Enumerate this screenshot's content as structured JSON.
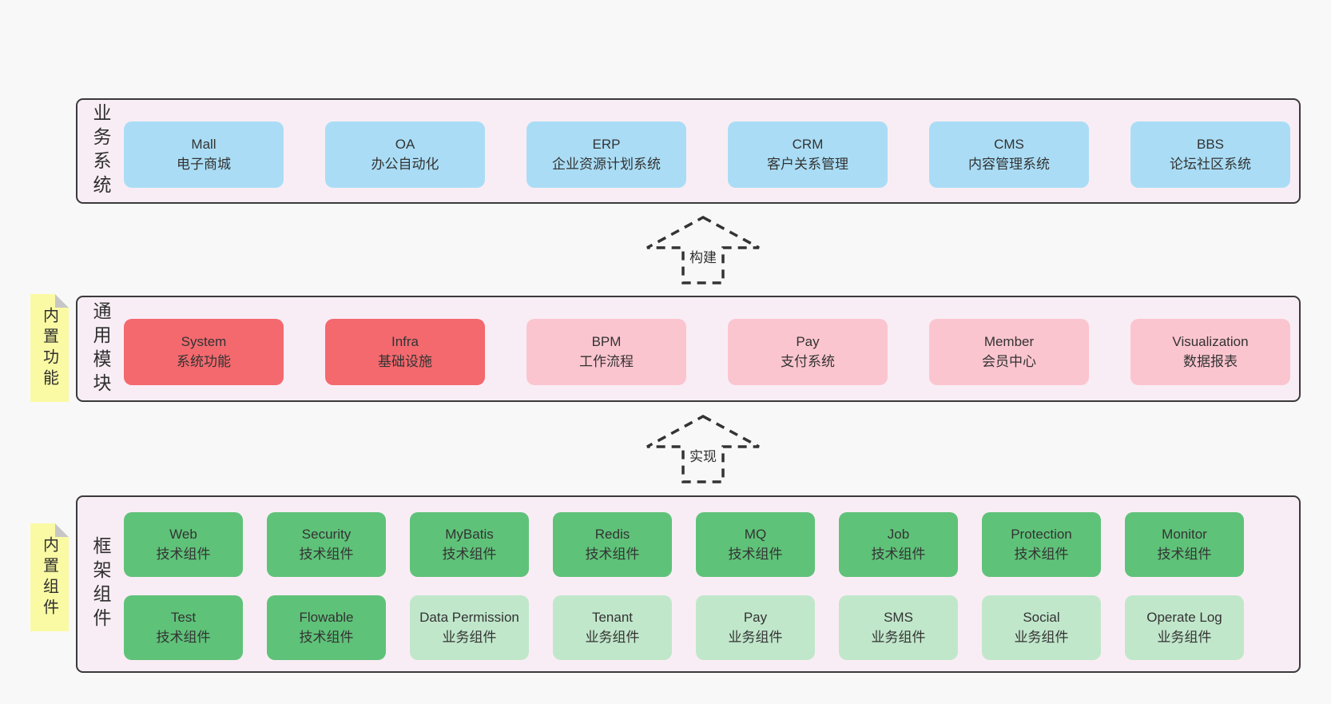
{
  "colors": {
    "page-bg": "#f8f8f8",
    "panel-bg": "#f9edf5",
    "panel-border": "#3a3a3a",
    "blue": "#aaddf5",
    "red": "#f3696e",
    "pink": "#fbc5cf",
    "green": "#5fc279",
    "lightgreen": "#c1e7cb",
    "yellow": "#fafaa4",
    "fold-gray": "#c6c6c6",
    "text": "#333333"
  },
  "business": {
    "label": "业务系统",
    "boxes": [
      {
        "name": "Mall",
        "desc": "电子商城"
      },
      {
        "name": "OA",
        "desc": "办公自动化"
      },
      {
        "name": "ERP",
        "desc": "企业资源计划系统"
      },
      {
        "name": "CRM",
        "desc": "客户关系管理"
      },
      {
        "name": "CMS",
        "desc": "内容管理系统"
      },
      {
        "name": "BBS",
        "desc": "论坛社区系统"
      }
    ]
  },
  "arrow_build": {
    "label": "构建"
  },
  "modules": {
    "label": "通用模块",
    "note": "内置功能",
    "boxes": [
      {
        "name": "System",
        "desc": "系统功能"
      },
      {
        "name": "Infra",
        "desc": "基础设施"
      },
      {
        "name": "BPM",
        "desc": "工作流程"
      },
      {
        "name": "Pay",
        "desc": "支付系统"
      },
      {
        "name": "Member",
        "desc": "会员中心"
      },
      {
        "name": "Visualization",
        "desc": "数据报表"
      }
    ]
  },
  "arrow_implement": {
    "label": "实现"
  },
  "components": {
    "label": "框架组件",
    "note": "内置组件",
    "row1": [
      {
        "name": "Web",
        "desc": "技术组件"
      },
      {
        "name": "Security",
        "desc": "技术组件"
      },
      {
        "name": "MyBatis",
        "desc": "技术组件"
      },
      {
        "name": "Redis",
        "desc": "技术组件"
      },
      {
        "name": "MQ",
        "desc": "技术组件"
      },
      {
        "name": "Job",
        "desc": "技术组件"
      },
      {
        "name": "Protection",
        "desc": "技术组件"
      },
      {
        "name": "Monitor",
        "desc": "技术组件"
      }
    ],
    "row2": [
      {
        "name": "Test",
        "desc": "技术组件"
      },
      {
        "name": "Flowable",
        "desc": "技术组件"
      },
      {
        "name": "Data Permission",
        "desc": "业务组件"
      },
      {
        "name": "Tenant",
        "desc": "业务组件"
      },
      {
        "name": "Pay",
        "desc": "业务组件"
      },
      {
        "name": "SMS",
        "desc": "业务组件"
      },
      {
        "name": "Social",
        "desc": "业务组件"
      },
      {
        "name": "Operate Log",
        "desc": "业务组件"
      }
    ]
  }
}
